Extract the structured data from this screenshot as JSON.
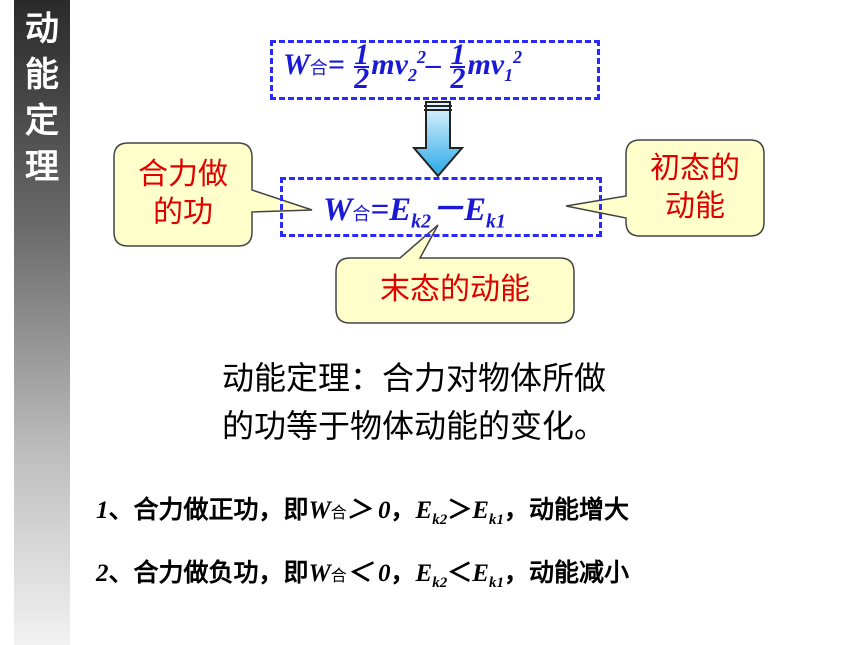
{
  "sidebar": {
    "title_chars": [
      "动",
      "能",
      "定",
      "理"
    ]
  },
  "formula_top": {
    "W": "W",
    "he": "合",
    "eq": "=",
    "one": "1",
    "two": "2",
    "mv": "mv",
    "sub2": "2",
    "sub1": "1",
    "sq": "2",
    "minus": "–"
  },
  "formula_main": {
    "W": "W",
    "he": "合",
    "eq": "=",
    "E": "E",
    "k2": "k2",
    "minus": "－",
    "k1": "k1"
  },
  "callouts": {
    "left": "合力做\n的功",
    "right": "初态的\n动能",
    "bottom": "末态的动能"
  },
  "statement": {
    "line1": "动能定理：合力对物体所做",
    "line2": "的功等于物体动能的变化。"
  },
  "rules": [
    {
      "num": "1",
      "text_a": "、合力做正功，即",
      "W": "W",
      "he": "合",
      "cmp": "＞ 0",
      "comma": "，",
      "E": "E",
      "k2": "k2",
      "rel": "＞",
      "k1": "k1",
      "tail": "，动能增大"
    },
    {
      "num": "2",
      "text_a": "、合力做负功，即",
      "W": "W",
      "he": "合",
      "cmp": "＜ 0",
      "comma": "，",
      "E": "E",
      "k2": "k2",
      "rel": "＜",
      "k1": "k1",
      "tail": "，动能减小"
    }
  ],
  "colors": {
    "formula": "#1a1ad6",
    "callout_text": "#e00000",
    "callout_fill": "#ffffcc",
    "arrow": "#29a9e6"
  }
}
